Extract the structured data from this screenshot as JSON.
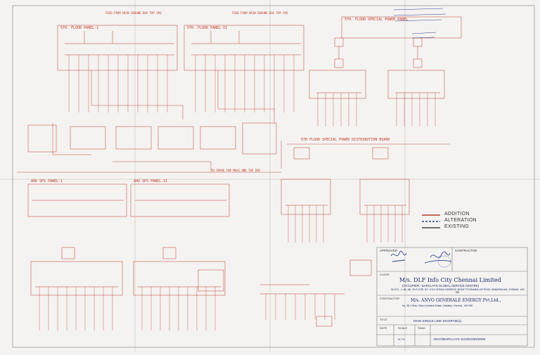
{
  "panels": {
    "p1_title": "5TH. FLOOR PANEL-1",
    "p2_title": "5TH. FLOOR PANEL-II",
    "p3_title": "5TH. FLOOR SPECIAL POWER PANEL",
    "p4_title": "5TH FLOOR SPECIAL POWER DISTRIBUTION BOARD",
    "p5_title": "AHU SPS PANEL-1",
    "p6_title": "AHU SPS PANEL-II",
    "top_feed_1": "FEED FROM MAIN GROUND BOX TOP SPO",
    "top_feed_2": "FEED FROM MAIN GROUND BOX TOP SPO",
    "mid_note": "TO SPARE FOR MEAS AND TAP SPO"
  },
  "legend": {
    "addition": "ADDITION",
    "alteration": "ALTERATION",
    "existing": "EXISTING",
    "addition_color": "#c0392b",
    "alteration_color": "#2b3f8f",
    "existing_color": "#444444"
  },
  "title_block": {
    "approved": "APPROVED",
    "contractor": "CONTRACTOR",
    "client_label": "CLIENT",
    "client_name": "M/s. DLF Info City Chennai Limited",
    "occupier": "(OCCUPIER:- BARCLAYS GLOBAL SERVICE CENTRE)",
    "address": "BLOCK - 4, 5th, 6th, 7th FLOOR, NO. 1/124, SHIVAJI GARDENS, MOUNT POONAMALLEE ROAD, MANAPAKKAM, CHENNAI - 600 089.",
    "contractor_label": "CONTRACTOR",
    "contractor_name": "M/s. ANVO GENERALE ENERGY Pvt.Ltd.,",
    "contractor_address": "No. 28, II Main, Sidco Industrial Estate, Ambattur, Chennai - 600 098",
    "title_label": "TITLE",
    "drawing_title": "MAIN SINGLE LINE DIAGRAM(1)",
    "date_label": "DATE",
    "scale_label": "SCALE",
    "sheet_label": "Sheet",
    "scale_val": "N.T.S",
    "drawing_no": "ANVO/BARCLAYS SLD/01/002/2008"
  }
}
